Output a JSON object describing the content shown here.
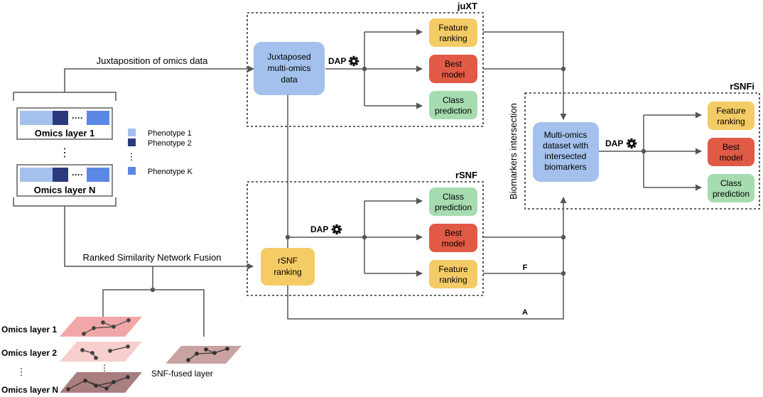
{
  "colors": {
    "line": "#555555",
    "yellow": "#f4cc66",
    "red": "#e05a46",
    "green": "#a6dcb0",
    "blue_box": "#a3c1ec",
    "pheno1": "#a3c1ec",
    "pheno2": "#2c3a7c",
    "phenoK": "#5b87e6",
    "net_layer1": "#f1a7a7",
    "net_layer2": "#f8cfcf",
    "net_layerN": "#a97e7e",
    "net_fused": "#c9a2a2"
  },
  "sections": {
    "juxt": "juXT",
    "rsnf": "rSNF",
    "rsnfi": "rSNFi"
  },
  "edge_labels": {
    "juxtaposition": "Juxtaposition of omics data",
    "ranked_fusion": "Ranked Similarity Network Fusion",
    "biomarkers_intersection": "Biomarkers intersection",
    "f": "F",
    "a": "A"
  },
  "dap": "DAP",
  "boxes": {
    "juxtaposed": [
      "Juxtaposed",
      "multi-omics",
      "data"
    ],
    "rsnf_ranking": [
      "rSNF",
      "ranking"
    ],
    "multi_omics_dataset": [
      "Multi-omics",
      "dataset with",
      "intersected",
      "biomarkers"
    ],
    "feature_ranking": [
      "Feature",
      "ranking"
    ],
    "best_model": [
      "Best",
      "model"
    ],
    "class_prediction": [
      "Class",
      "prediction"
    ]
  },
  "omics": {
    "layer1": "Omics layer 1",
    "layerN": "Omics layer N",
    "dots": "····",
    "vdots": "⋮"
  },
  "legend": {
    "pheno1": "Phenotype 1",
    "pheno2": "Phenotype 2",
    "phenoK": "Phenotype K",
    "vdots": "⋮"
  },
  "networks": {
    "layer1": "Omics layer 1",
    "layer2": "Omics layer 2",
    "vdots": "⋮",
    "layerN": "Omics layer N",
    "fused": "SNF-fused layer",
    "dots": "⋮"
  }
}
